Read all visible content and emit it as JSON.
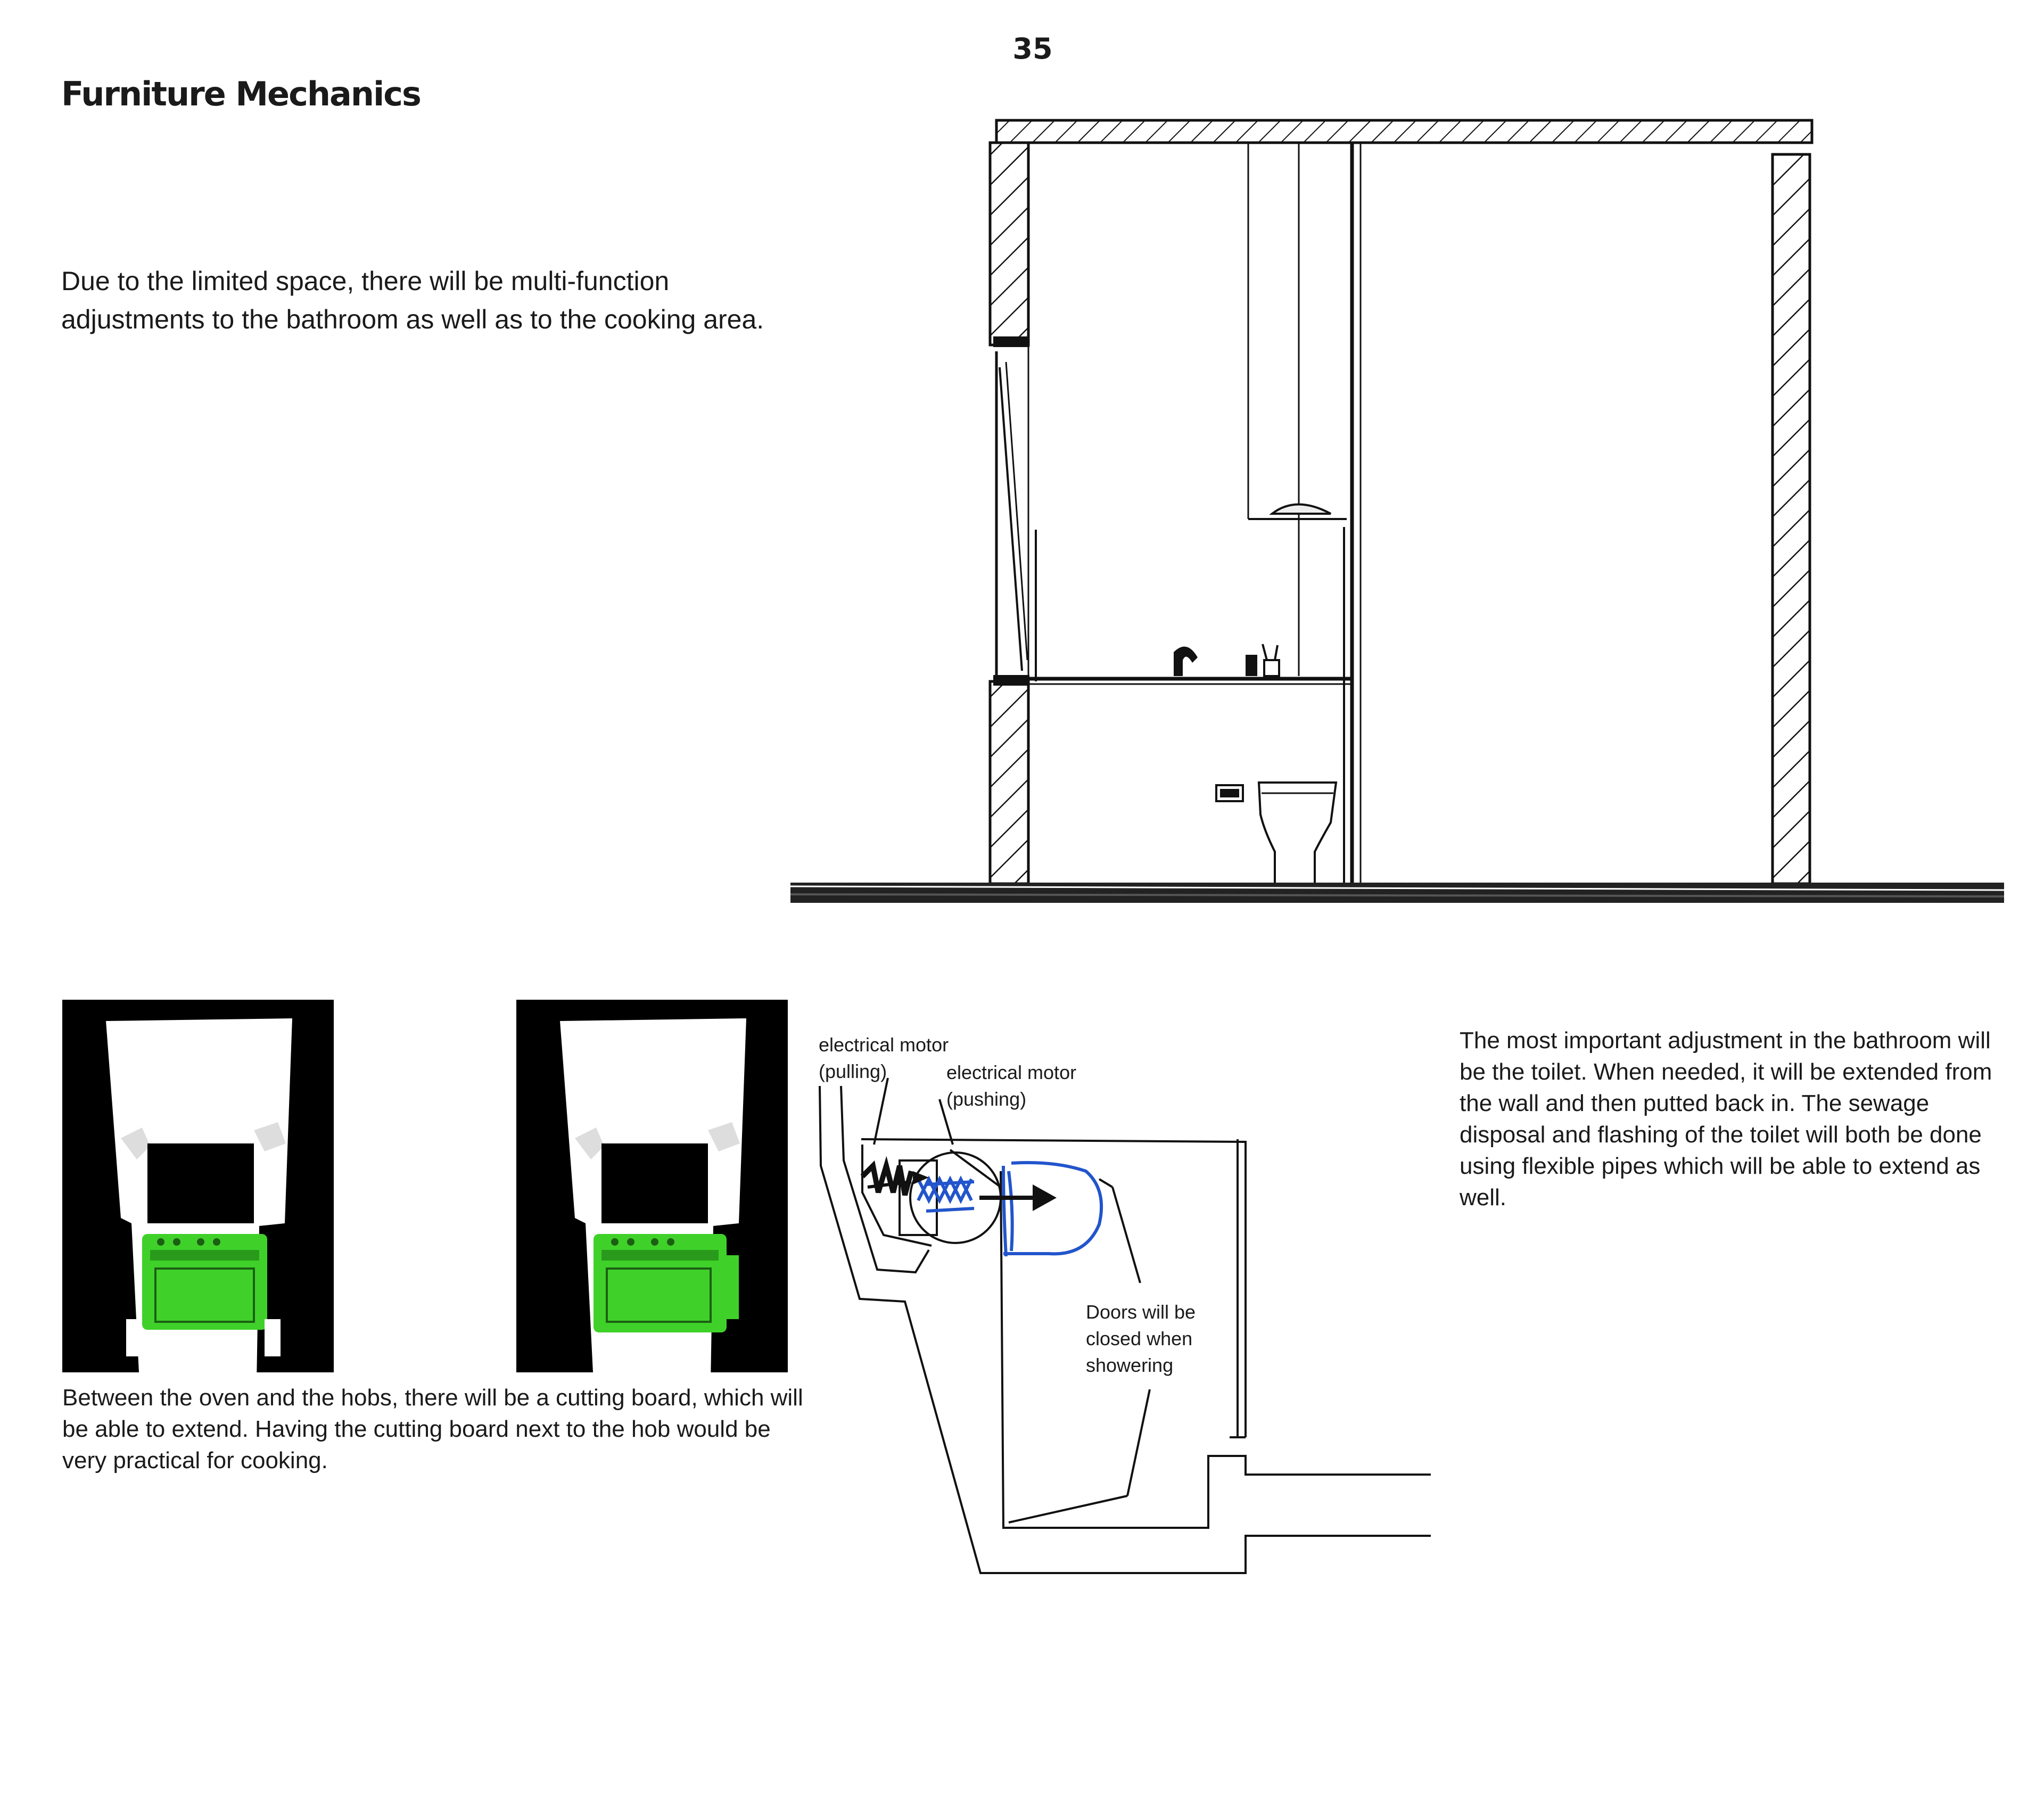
{
  "page": {
    "number": "35",
    "title": "Furniture Mechanics",
    "intro": "Due to the limited space, there will be multi-function adjustments to the bathroom as well as to the cooking area.",
    "cutting_board_caption": "Between the oven and the hobs, there will be a cutting board, which will be able to extend. Having the cutting board next to the hob would be very practical for cooking.",
    "toilet_caption": "The most important adjustment in the bathroom will be the toilet. When needed, it will be extended from the wall and then putted back in. The sewage disposal and flashing of the toilet will both be done using flexible pipes which will be able to extend as well."
  },
  "diagram": {
    "motor_pulling_line1": "electrical motor",
    "motor_pulling_line2": "(pulling)",
    "motor_pushing_line1": "electrical motor",
    "motor_pushing_line2": "(pushing)",
    "doors_line1": "Doors will be",
    "doors_line2": "closed when",
    "doors_line3": "showering"
  },
  "colors": {
    "model_green": "#3fd12a",
    "sketch_blue": "#2255cc",
    "ink": "#111111"
  }
}
